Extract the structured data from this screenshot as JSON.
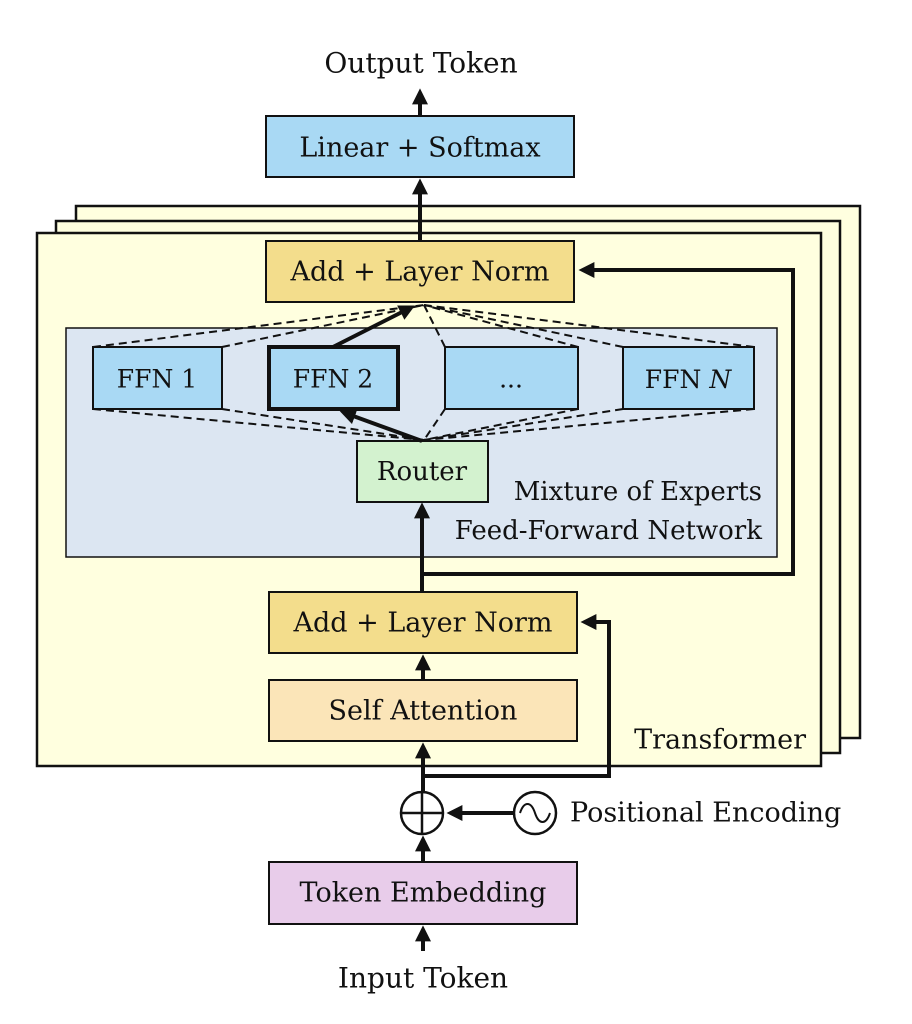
{
  "labels": {
    "output_token": "Output Token",
    "linear_softmax": "Linear + Softmax",
    "add_norm_top": "Add + Layer Norm",
    "ffn1": "FFN 1",
    "ffn2": "FFN 2",
    "ffn_ellipsis": "...",
    "ffn_n_prefix": "FFN ",
    "ffn_n_var": "N",
    "router": "Router",
    "moe_line1": "Mixture of Experts",
    "moe_line2": "Feed-Forward Network",
    "add_norm_bottom": "Add + Layer Norm",
    "self_attention": "Self Attention",
    "transformer": "Transformer",
    "positional_encoding": "Positional Encoding",
    "token_embedding": "Token Embedding",
    "input_token": "Input Token"
  },
  "colors": {
    "transformer_fill": "#FFFFDF",
    "moe_fill": "#DCE6F2",
    "blue_box": "#A9D9F4",
    "yellow_box": "#F3DD8C",
    "attention_box": "#FBE5B8",
    "router_box": "#D3F2CF",
    "embedding_box": "#E8CCEA",
    "stroke": "#111111"
  },
  "active_expert": "FFN 2"
}
